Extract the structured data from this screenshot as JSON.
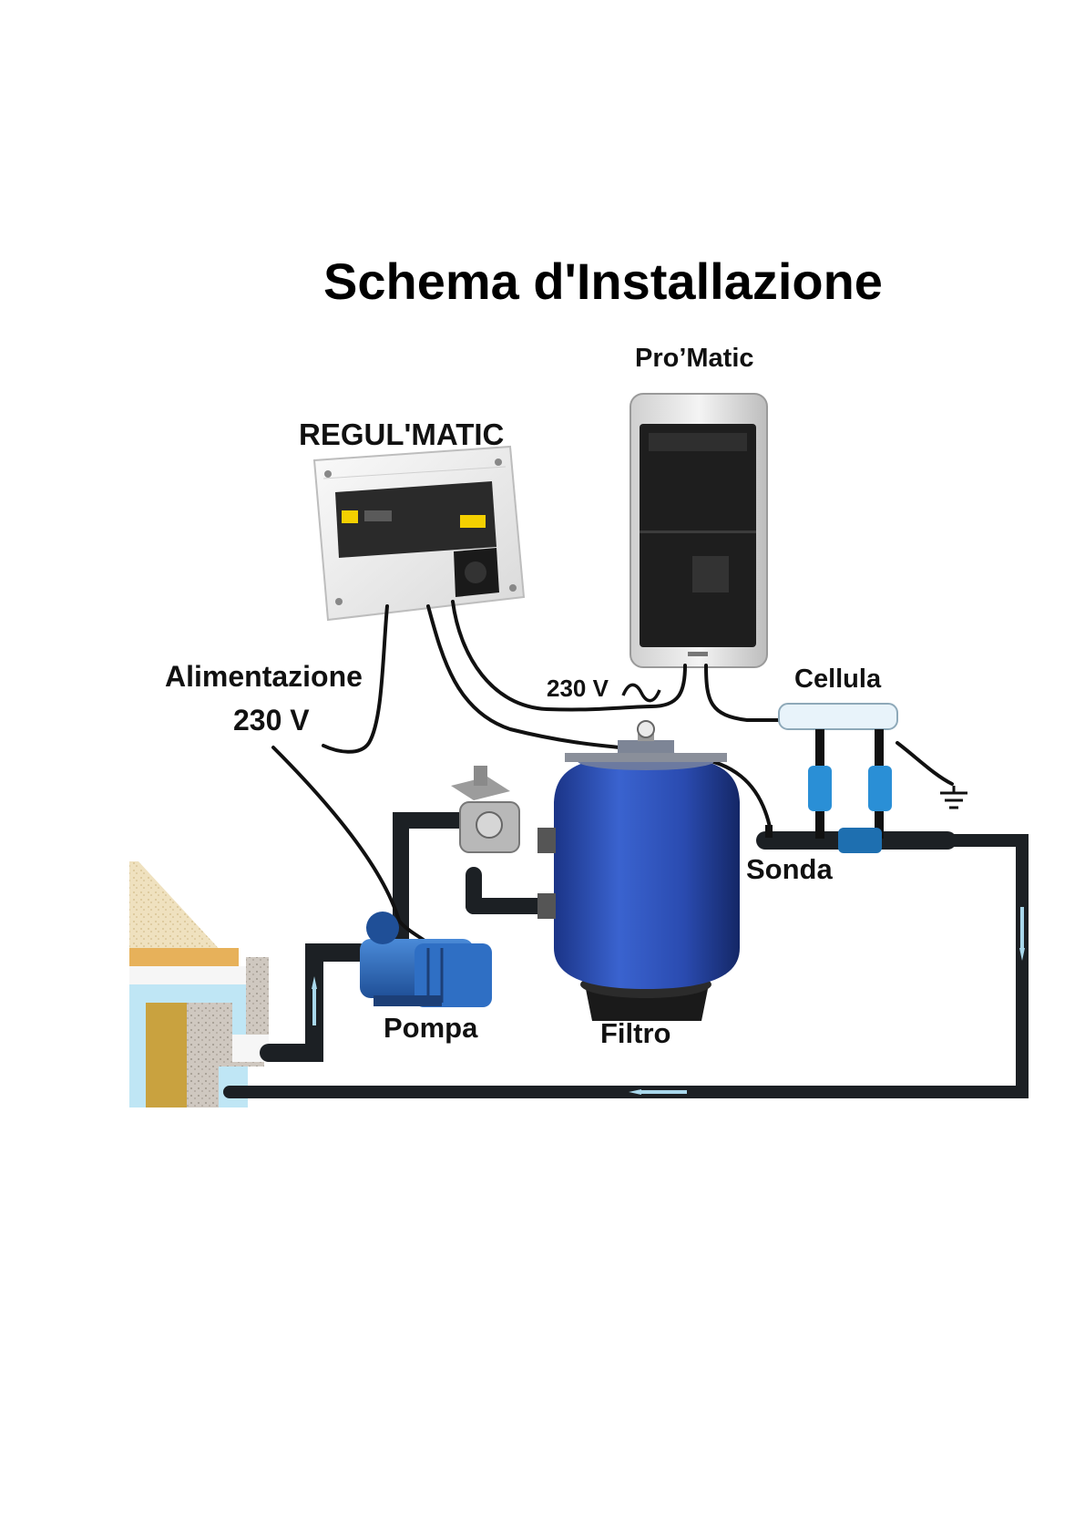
{
  "title": "Schema d'Installazione",
  "labels": {
    "promatic": "Pro’Matic",
    "regul": "REGUL'MATIC",
    "alimentazione": "Alimentazione",
    "alimentazione_voltage": "230 V",
    "ac_link": "230 V",
    "cellula": "Cellula",
    "sonda": "Sonda",
    "pompa": "Pompa",
    "filtro": "Filtro"
  },
  "colors": {
    "pipe": "#1c2024",
    "tank_blue": "#2a4bb0",
    "pump_blue": "#2f6fc4",
    "pool_water": "#bfe6f5",
    "flow_arrow": "#a9d8ec",
    "box_white": "#f1f1f1",
    "panel_black": "#1e1e1e"
  },
  "icons": [
    "ground-icon",
    "ac-wave-icon",
    "flow-arrow-icon"
  ]
}
